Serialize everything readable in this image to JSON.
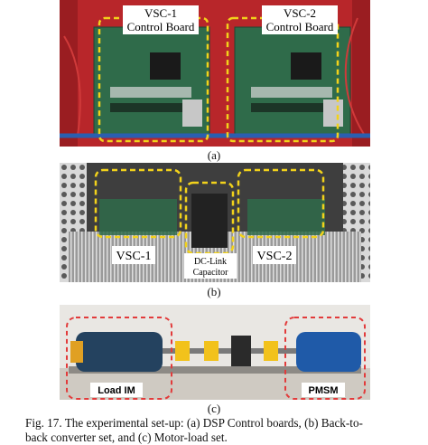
{
  "figure": {
    "panels": {
      "a": {
        "sublabel": "(a)",
        "boards": [
          {
            "line1": "VSC-1",
            "line2": "Control Board"
          },
          {
            "line1": "VSC-2",
            "line2": "Control Board"
          }
        ]
      },
      "b": {
        "sublabel": "(b)",
        "labels": {
          "vsc1": "VSC-1",
          "vsc2": "VSC-2",
          "dc_line1": "DC-Link",
          "dc_line2": "Capacitor"
        }
      },
      "c": {
        "sublabel": "(c)",
        "labels": {
          "load": "Load IM",
          "pmsm": "PMSM"
        }
      }
    },
    "caption": {
      "line1": "Fig. 17. The experimental set-up: (a) DSP Control boards, (b) Back-to-",
      "line2": "back converter set, and (c) Motor-load set."
    },
    "colors": {
      "highlight_yellow": "#f2d21b",
      "highlight_red": "#e23b3b",
      "rack_red": "#b8262a",
      "pcb_green": "#2f6b4a",
      "motor_blue": "#1f5aa8"
    }
  }
}
